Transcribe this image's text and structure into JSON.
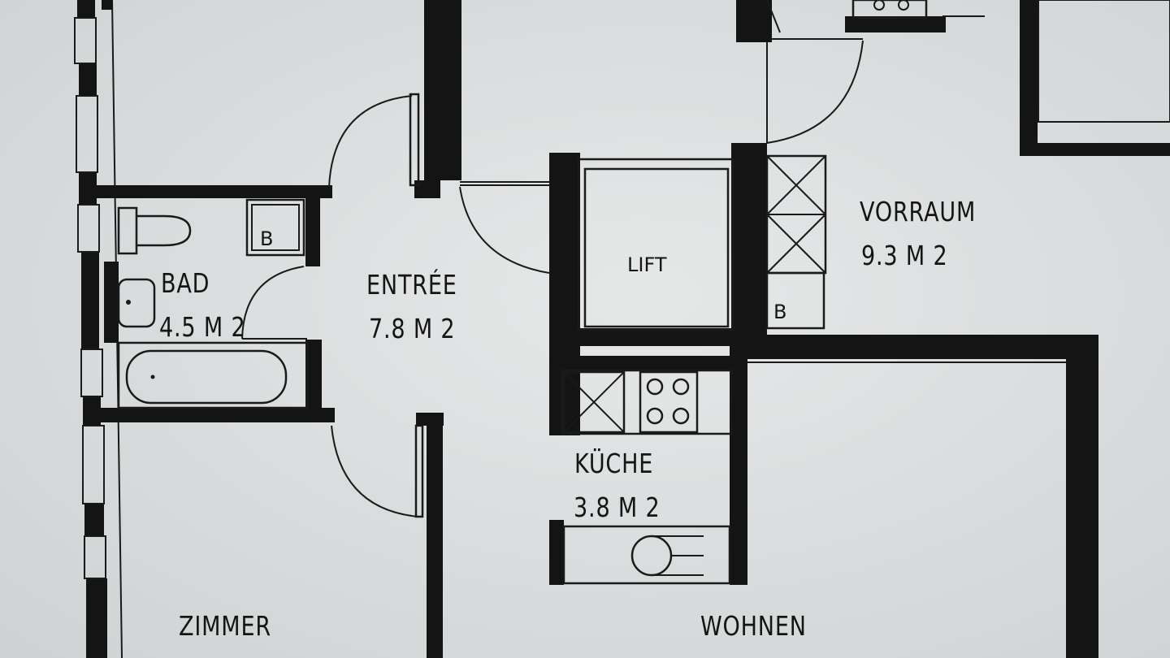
{
  "rooms": {
    "bad": {
      "name": "BAD",
      "area": "4.5 M 2"
    },
    "entree": {
      "name": "ENTRÉE",
      "area": "7.8 M 2"
    },
    "lift": {
      "name": "LIFT"
    },
    "vorraum": {
      "name": "VORRAUM",
      "area": "9.3 M 2"
    },
    "kueche": {
      "name": "KÜCHE",
      "area": "3.8 M 2"
    },
    "zimmer": {
      "name": "ZIMMER"
    },
    "wohnen": {
      "name": "WOHNEN"
    }
  },
  "markers": {
    "b_bad": "B",
    "b_vorraum": "B"
  },
  "colors": {
    "paper": "#dcdfe0",
    "ink": "#141414"
  }
}
